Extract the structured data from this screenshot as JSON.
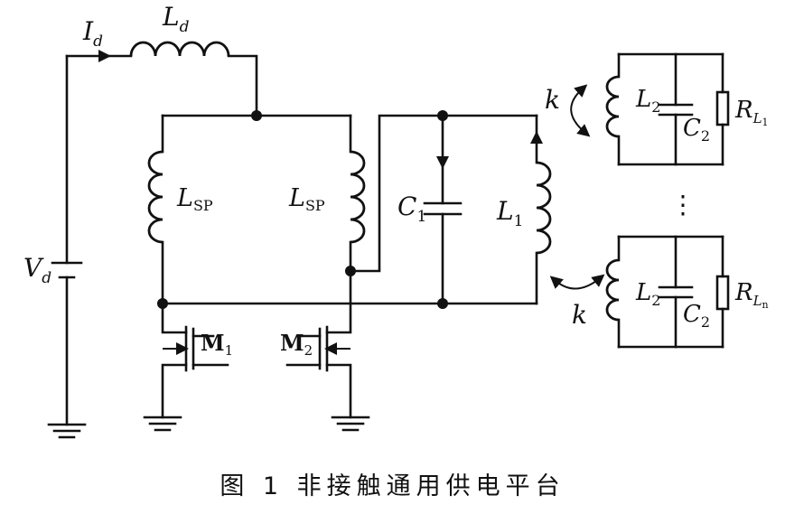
{
  "labels": {
    "id_main": "I",
    "id_sub": "d",
    "ld_main": "L",
    "ld_sub": "d",
    "vd_main": "V",
    "vd_sub": "d",
    "lsp_main": "L",
    "lsp_sub": "SP",
    "c1_main": "C",
    "c1_sub": "1",
    "l1_main": "L",
    "l1_sub": "1",
    "l2_main": "L",
    "l2_sub": "2",
    "c2_main": "C",
    "c2_sub": "2",
    "rl_main": "R",
    "rl_sub": "L",
    "rl1_subsub": "1",
    "rln_subsub": "n",
    "k": "k",
    "m1_main": "M",
    "m1_sub": "1",
    "m2_main": "M",
    "m2_sub": "2",
    "vdots": "⋮"
  },
  "caption": "图 1   非接触通用供电平台"
}
